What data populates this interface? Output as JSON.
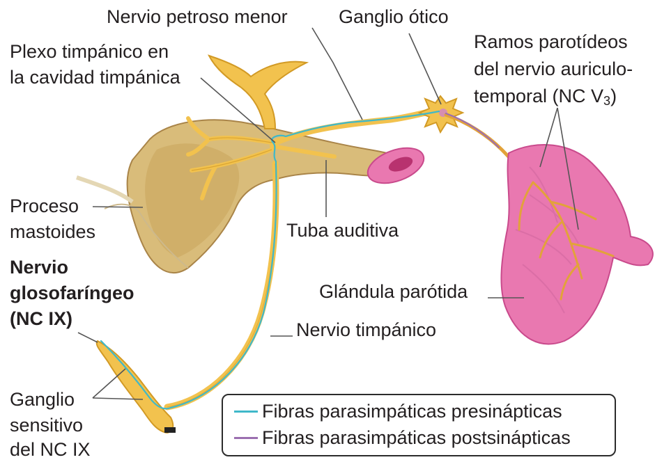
{
  "colors": {
    "nerve": "#f2c24e",
    "nerve_dark": "#d29a25",
    "bone": "#d9bc7a",
    "bone_dark": "#a98448",
    "gland": "#e978b0",
    "gland_dark": "#c94a8c",
    "presynaptic": "#3fb8c9",
    "postsynaptic": "#9b6fb0",
    "leader": "#555555"
  },
  "labels": {
    "nervio_petroso_menor": "Nervio petroso menor",
    "ganglio_otico": "Ganglio ótico",
    "plexo_line1": "Plexo timpánico en",
    "plexo_line2": "la cavidad timpánica",
    "ramos_line1": "Ramos parotídeos",
    "ramos_line2": "del nervio auriculo-",
    "ramos_line3_pre": "temporal (NC V",
    "ramos_line3_sub": "3",
    "ramos_line3_post": ")",
    "proceso_line1": "Proceso",
    "proceso_line2": "mastoides",
    "tuba_auditiva": "Tuba auditiva",
    "nervio_glosofaringeo_line1": "Nervio",
    "nervio_glosofaringeo_line2": "glosofaríngeo",
    "nervio_glosofaringeo_line3": "(NC IX)",
    "glandula_parotida": "Glándula parótida",
    "nervio_timpanico": "Nervio timpánico",
    "ganglio_sensitivo_line1": "Ganglio",
    "ganglio_sensitivo_line2": "sensitivo",
    "ganglio_sensitivo_line3": "del NC IX"
  },
  "legend": {
    "presynaptic_label": "Fibras parasimpáticas presinápticas",
    "postsynaptic_label": "Fibras parasimpáticas postsinápticas"
  }
}
